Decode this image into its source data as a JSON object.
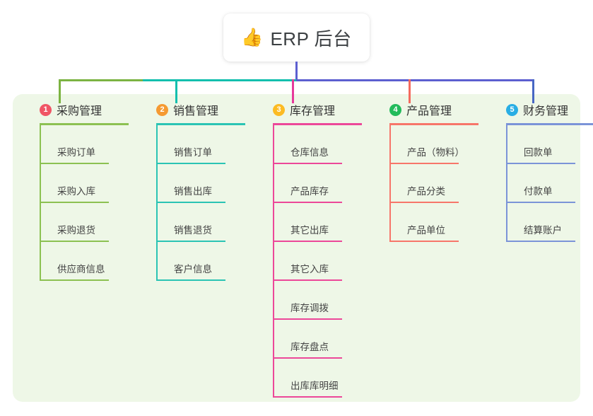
{
  "root": {
    "icon": "thumbs-up-icon",
    "emoji": "👍",
    "label": "ERP 后台"
  },
  "theme": {
    "page_bg": "#ffffff",
    "panel_bg": "#eef7e7",
    "root_box_bg": "#ffffff",
    "text": "#3c4043",
    "bus_segments": [
      "#7cb342",
      "#13bfae",
      "#5c5fd0"
    ],
    "drop_colors": [
      "#7cb342",
      "#13bfae",
      "#e6399b",
      "#f46a5e",
      "#4767c4"
    ]
  },
  "columns": [
    {
      "index": "1",
      "title": "采购管理",
      "badge_color": "#f05565",
      "line_color": "#8cc152",
      "items": [
        "采购订单",
        "采购入库",
        "采购退货",
        "供应商信息"
      ]
    },
    {
      "index": "2",
      "title": "销售管理",
      "badge_color": "#f59a32",
      "line_color": "#2bc4b4",
      "items": [
        "销售订单",
        "销售出库",
        "销售退货",
        "客户信息"
      ]
    },
    {
      "index": "3",
      "title": "库存管理",
      "badge_color": "#fcbb23",
      "line_color": "#ec4899",
      "items": [
        "仓库信息",
        "产品库存",
        "其它出库",
        "其它入库",
        "库存调拨",
        "库存盘点",
        "出库库明细"
      ]
    },
    {
      "index": "4",
      "title": "产品管理",
      "badge_color": "#22bb5b",
      "line_color": "#f7766a",
      "items": [
        "产品（物料）",
        "产品分类",
        "产品单位"
      ]
    },
    {
      "index": "5",
      "title": "财务管理",
      "badge_color": "#29aee4",
      "line_color": "#7b94d8",
      "items": [
        "回款单",
        "付款单",
        "结算账户"
      ]
    }
  ]
}
